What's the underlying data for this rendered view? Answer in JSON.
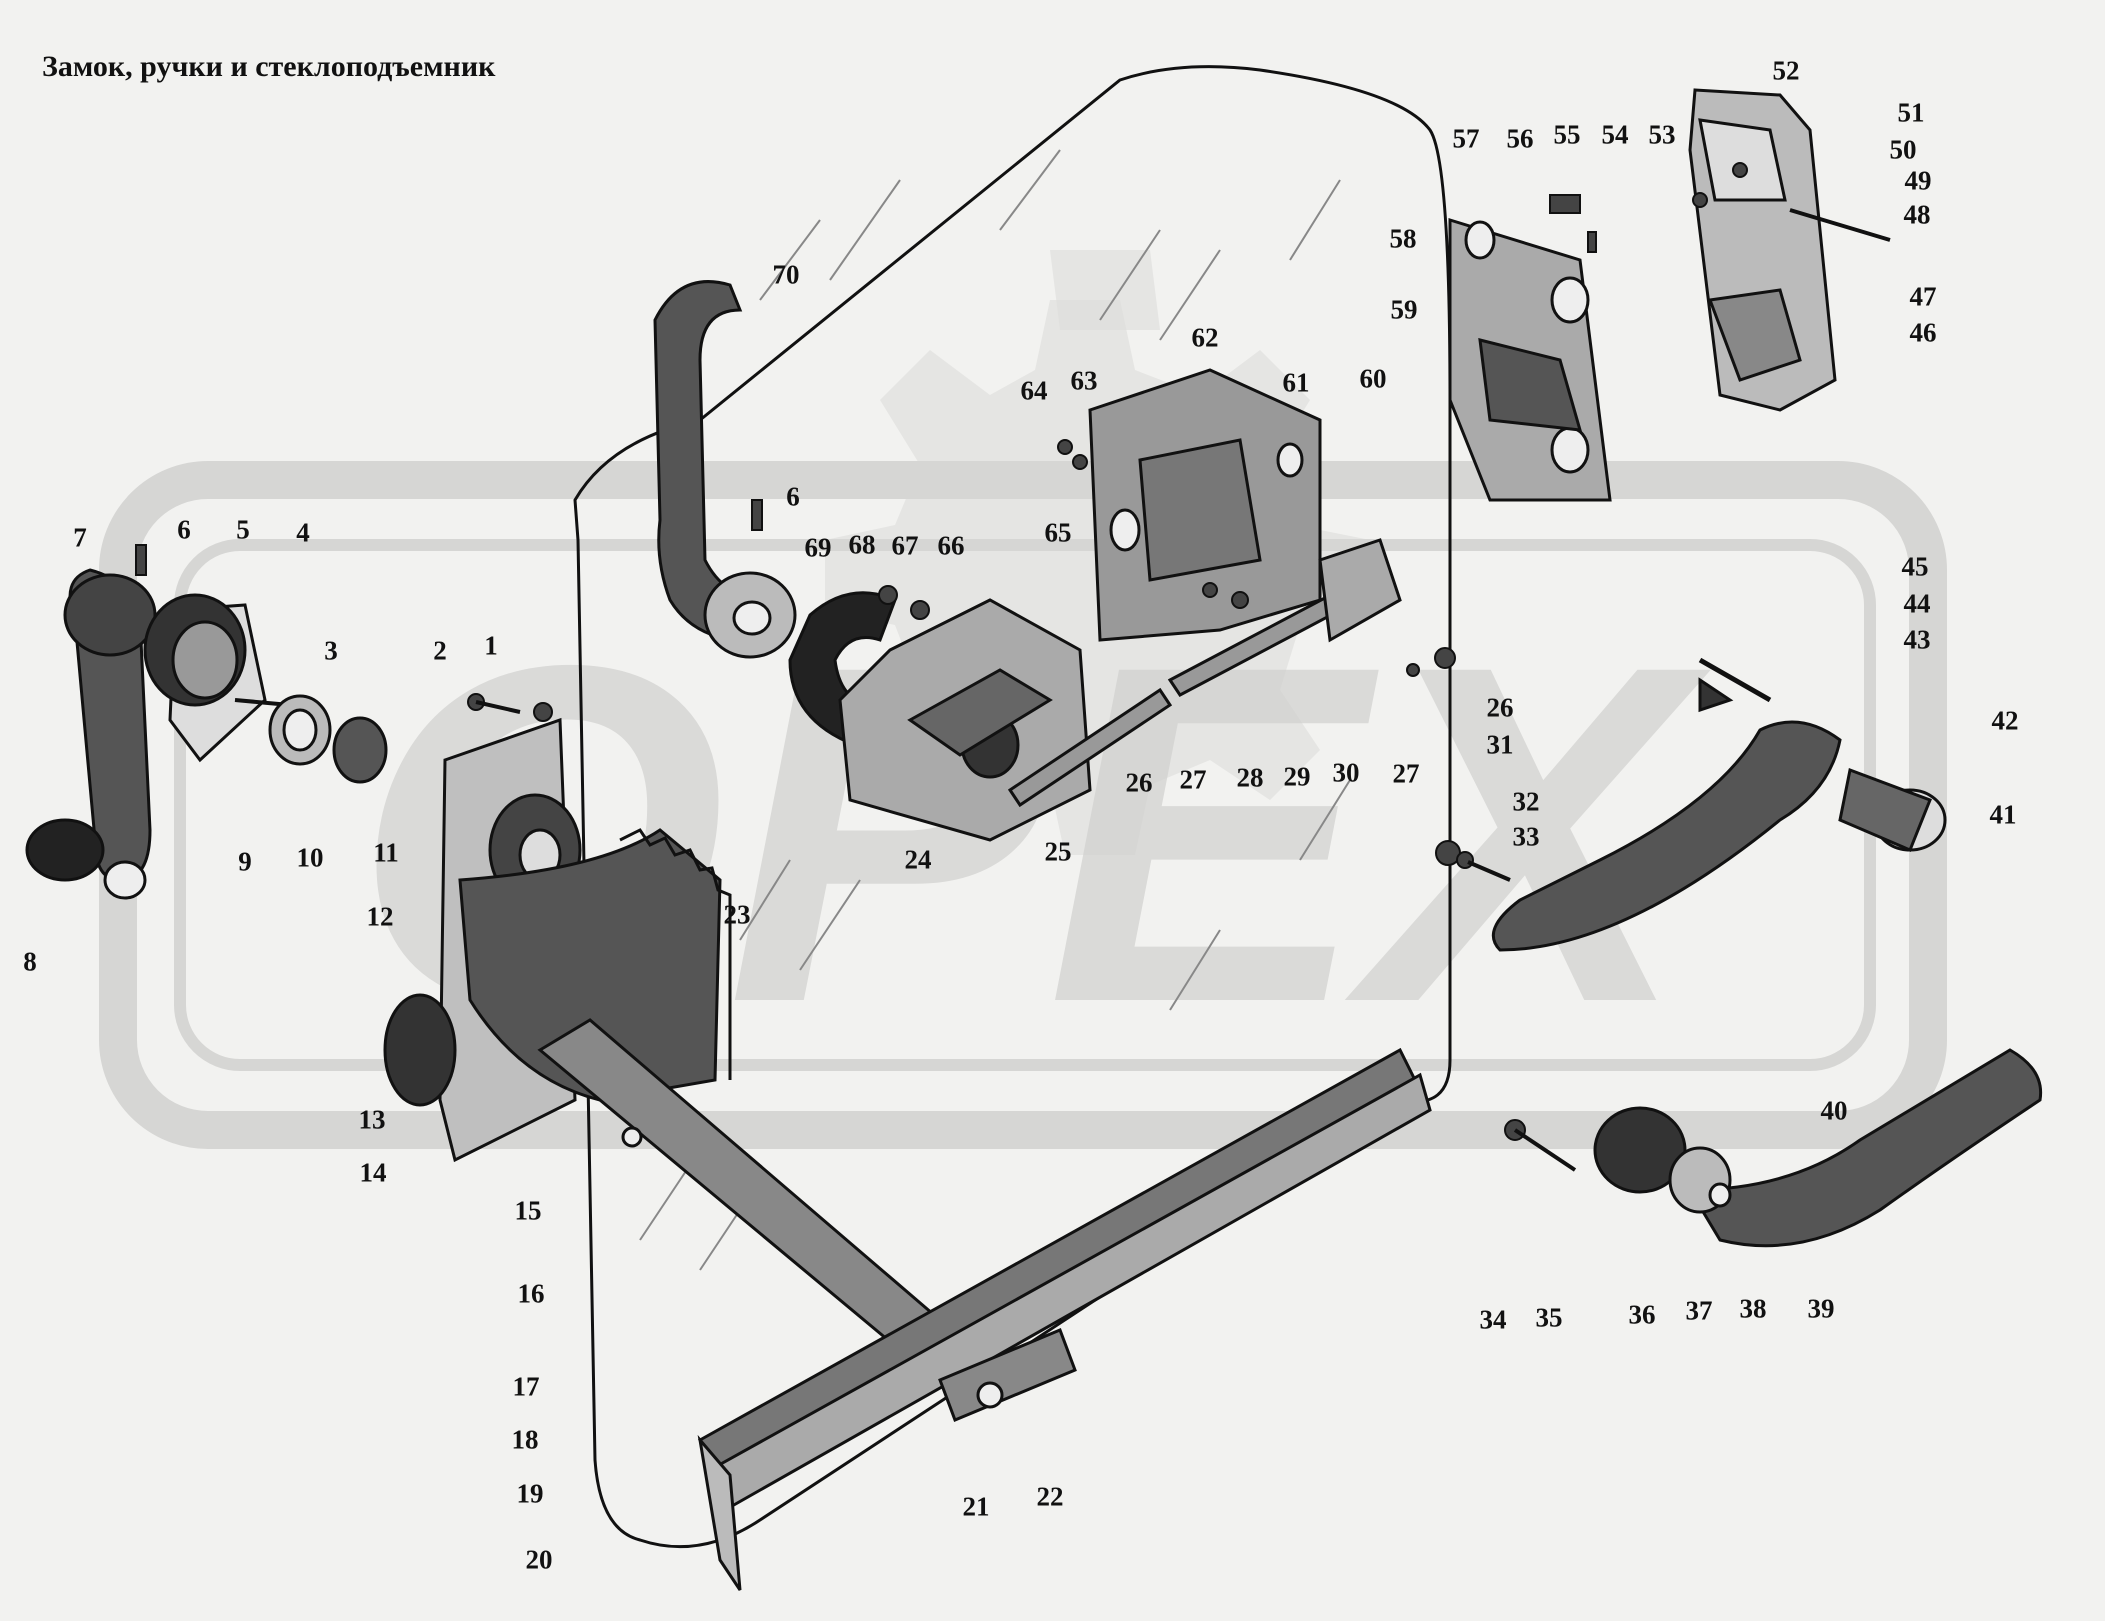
{
  "title": "Замок, ручки и стеклоподъемник",
  "watermark_text": "OPEX",
  "colors": {
    "watermark": "#d4d4d2",
    "ink": "#111111",
    "part_shade": "#3a3a3a",
    "background": "#f2f2f0"
  },
  "callouts": [
    "1",
    "2",
    "3",
    "4",
    "5",
    "6",
    "6",
    "7",
    "8",
    "9",
    "10",
    "11",
    "12",
    "13",
    "14",
    "15",
    "16",
    "17",
    "18",
    "19",
    "20",
    "21",
    "22",
    "23",
    "24",
    "25",
    "26",
    "26",
    "27",
    "27",
    "28",
    "29",
    "30",
    "31",
    "32",
    "33",
    "34",
    "35",
    "36",
    "37",
    "38",
    "39",
    "40",
    "41",
    "42",
    "43",
    "44",
    "45",
    "46",
    "47",
    "48",
    "49",
    "50",
    "51",
    "52",
    "53",
    "54",
    "55",
    "56",
    "57",
    "58",
    "59",
    "60",
    "61",
    "62",
    "63",
    "64",
    "65",
    "66",
    "67",
    "68",
    "69",
    "70"
  ]
}
